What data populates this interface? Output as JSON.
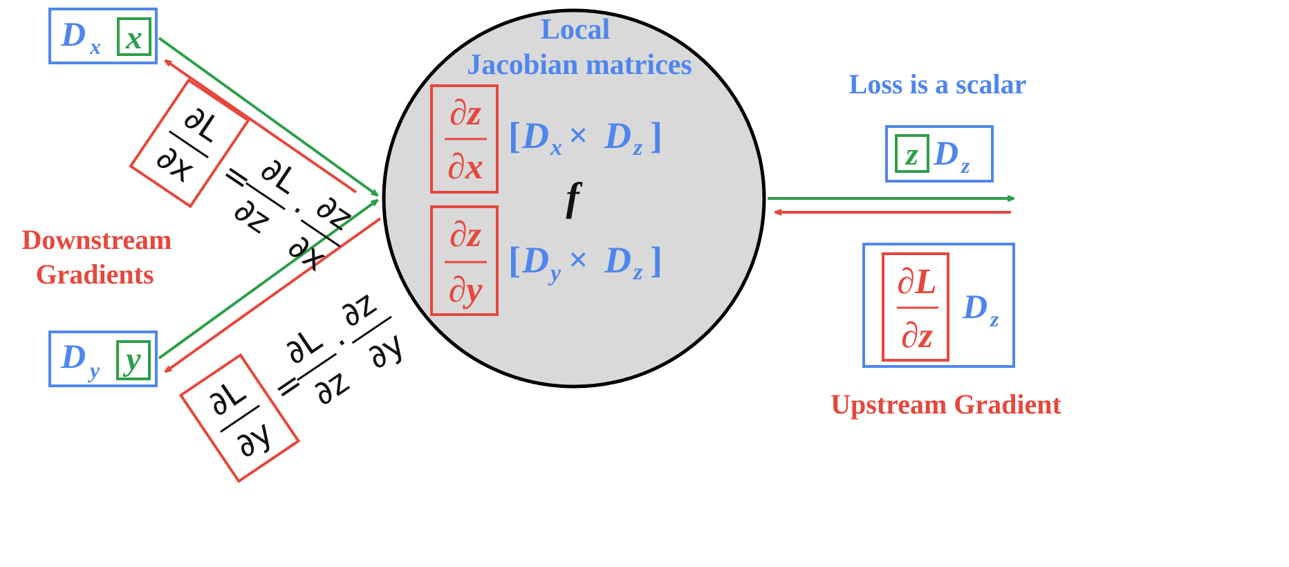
{
  "node": {
    "title_line1": "Local",
    "title_line2": "Jacobian matrices",
    "function_symbol": "f",
    "jacobian_x": {
      "num": "∂z",
      "den": "∂x",
      "dims": "[Dx× Dz]",
      "dim_a": "x",
      "dim_b": "z"
    },
    "jacobian_y": {
      "num": "∂z",
      "den": "∂y",
      "dims": "[Dy× Dz]",
      "dim_a": "y",
      "dim_b": "z"
    }
  },
  "inputs": {
    "x": {
      "dim_symbol": "D",
      "dim_sub": "x",
      "var": "x"
    },
    "y": {
      "dim_symbol": "D",
      "dim_sub": "y",
      "var": "y"
    }
  },
  "output": {
    "var": "z",
    "dim_symbol": "D",
    "dim_sub": "z",
    "loss_label": "Loss is a scalar"
  },
  "upstream": {
    "label": "Upstream Gradient",
    "num": "∂L",
    "den": "∂z",
    "dim_symbol": "D",
    "dim_sub": "z"
  },
  "downstream": {
    "label_line1": "Downstream",
    "label_line2": "Gradients",
    "eq_x": {
      "lhs_num": "∂L",
      "lhs_den": "∂x",
      "eq": "=",
      "a_num": "∂L",
      "a_den": "∂z",
      "dot": "·",
      "b_num": "∂z",
      "b_den": "∂x"
    },
    "eq_y": {
      "lhs_num": "∂L",
      "lhs_den": "∂y",
      "eq": "=",
      "a_num": "∂L",
      "a_den": "∂z",
      "dot": "·",
      "b_num": "∂z",
      "b_den": "∂y"
    }
  },
  "colors": {
    "blue": "#4F86EC",
    "red": "#E5483D",
    "green": "#2F9E4A",
    "node_fill": "#D9D9D9",
    "node_stroke": "#000000"
  }
}
